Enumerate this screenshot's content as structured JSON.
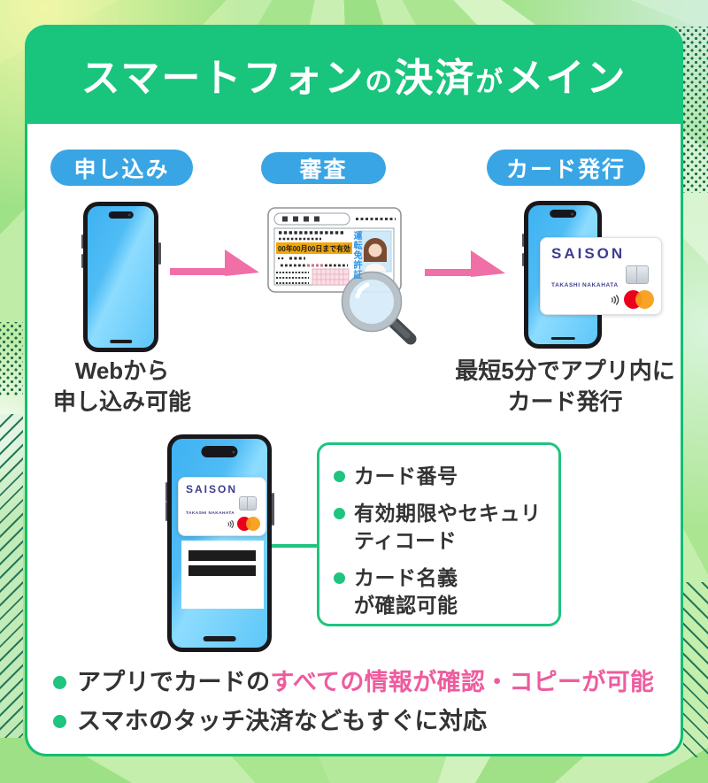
{
  "title": {
    "part1": "スマートフォン",
    "part2": "の",
    "part3": "決済",
    "part4": "が",
    "part5": "メイン"
  },
  "steps": {
    "step1": "申し込み",
    "step2": "審査",
    "step3": "カード発行"
  },
  "captions": {
    "apply_line1": "Webから",
    "apply_line2": "申し込み可能",
    "issue_line1": "最短5分でアプリ内に",
    "issue_line2": "カード発行"
  },
  "license": {
    "valid_text": "00年00月00日まで有効",
    "vertical_label": "運転免許証"
  },
  "card": {
    "brand": "SAISON",
    "holder": "TAKASHI NAKAHATA"
  },
  "info_box": {
    "item1": "カード番号",
    "item2": "有効期限やセキュリ\nティコード",
    "item3": "カード名義\nが確認可能"
  },
  "notes": {
    "note1_prefix": "アプリでカードの",
    "note1_highlight": "すべての情報が確認・コピーが可能",
    "note2": "スマホのタッチ決済などもすぐに対応"
  },
  "colors": {
    "banner_green": "#19C47D",
    "border_green": "#12BE70",
    "pill_blue": "#3AA5E5",
    "arrow_pink": "#EF6FA6",
    "highlight_pink": "#EE5C9E",
    "bullet_green": "#1FC47E",
    "logo_indigo": "#3D3D8F",
    "mastercard_red": "#EB001B",
    "mastercard_orange": "#F79E1B"
  }
}
